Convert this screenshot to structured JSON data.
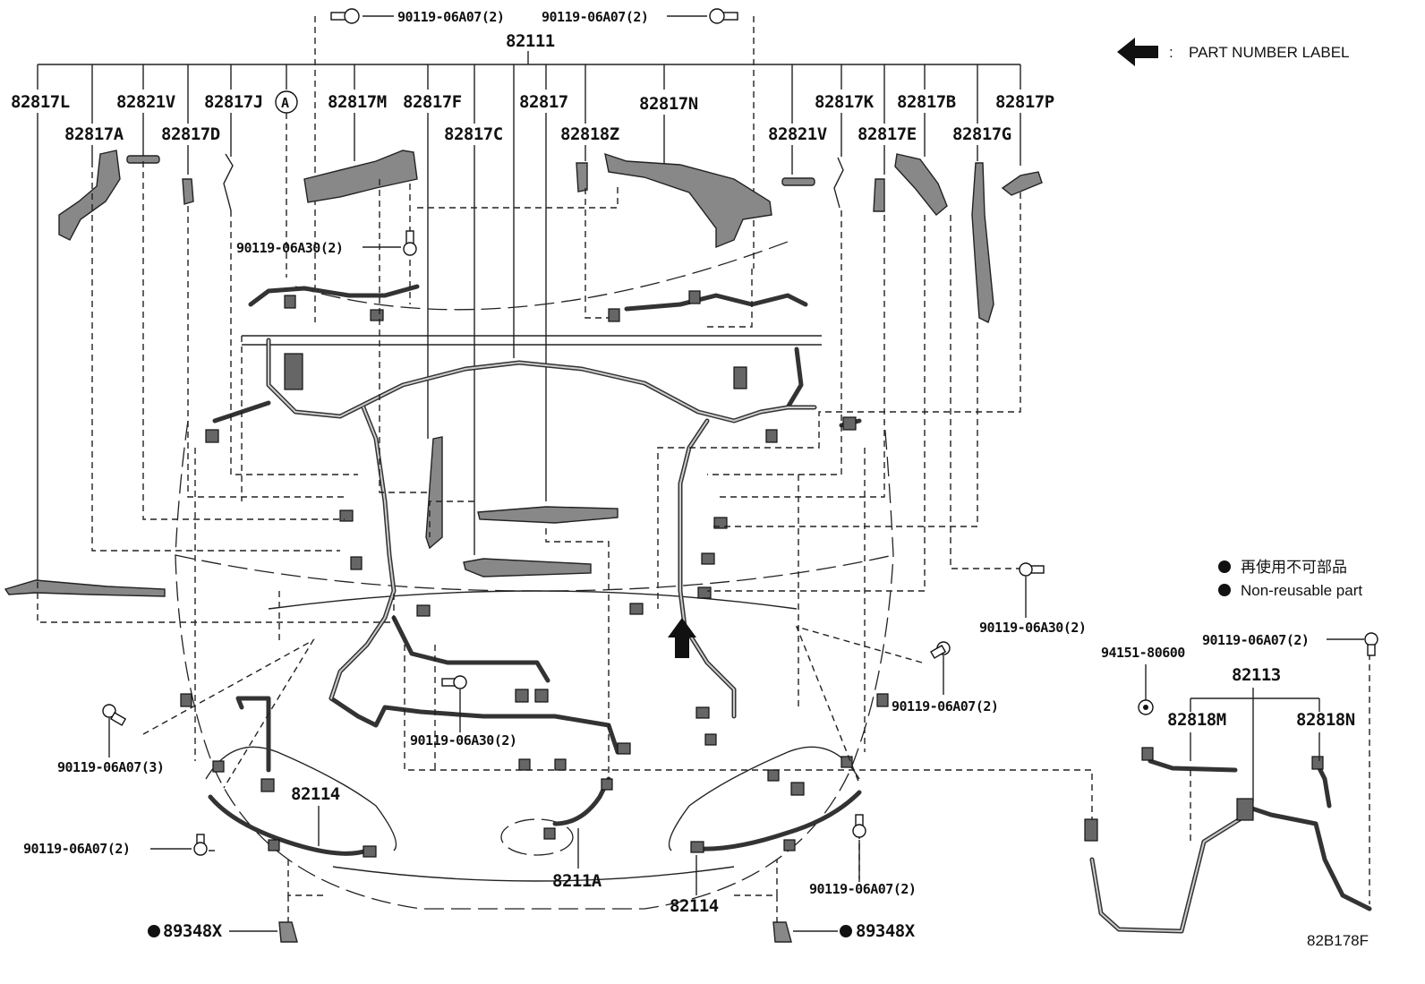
{
  "diagram": {
    "legend": {
      "label": "PART NUMBER LABEL",
      "separator": ":"
    },
    "note": {
      "jp": "再使用不可部品",
      "en": "Non-reusable part"
    },
    "drawing_code": "82B178F",
    "part_labels": {
      "harness_main": "82111",
      "p82817L": "82817L",
      "p82821V_left": "82821V",
      "p82817J": "82817J",
      "circle_A": "A",
      "p82817M": "82817M",
      "p82817F": "82817F",
      "p82817": "82817",
      "p82817N": "82817N",
      "p82817K": "82817K",
      "p82817B": "82817B",
      "p82817P": "82817P",
      "p82817A": "82817A",
      "p82817D": "82817D",
      "p82817C": "82817C",
      "p82818Z": "82818Z",
      "p82821V_right": "82821V",
      "p82817E": "82817E",
      "p82817G": "82817G",
      "p82114_left": "82114",
      "p82114_right": "82114",
      "p8211A": "8211A",
      "p82113": "82113",
      "p82818M": "82818M",
      "p82818N": "82818N",
      "p89348X_left": "89348X",
      "p89348X_right": "89348X",
      "p94151": "94151-80600"
    },
    "bolt_labels": {
      "top_left": "90119-06A07(2)",
      "top_right": "90119-06A07(2)",
      "a30_upper": "90119-06A30(2)",
      "a30_center": "90119-06A30(2)",
      "a30_right": "90119-06A30(2)",
      "a07_3": "90119-06A07(3)",
      "a07_left_low": "90119-06A07(2)",
      "a07_right_mid": "90119-06A07(2)",
      "a07_right_low": "90119-06A07(2)",
      "a07_inset": "90119-06A07(2)"
    }
  }
}
